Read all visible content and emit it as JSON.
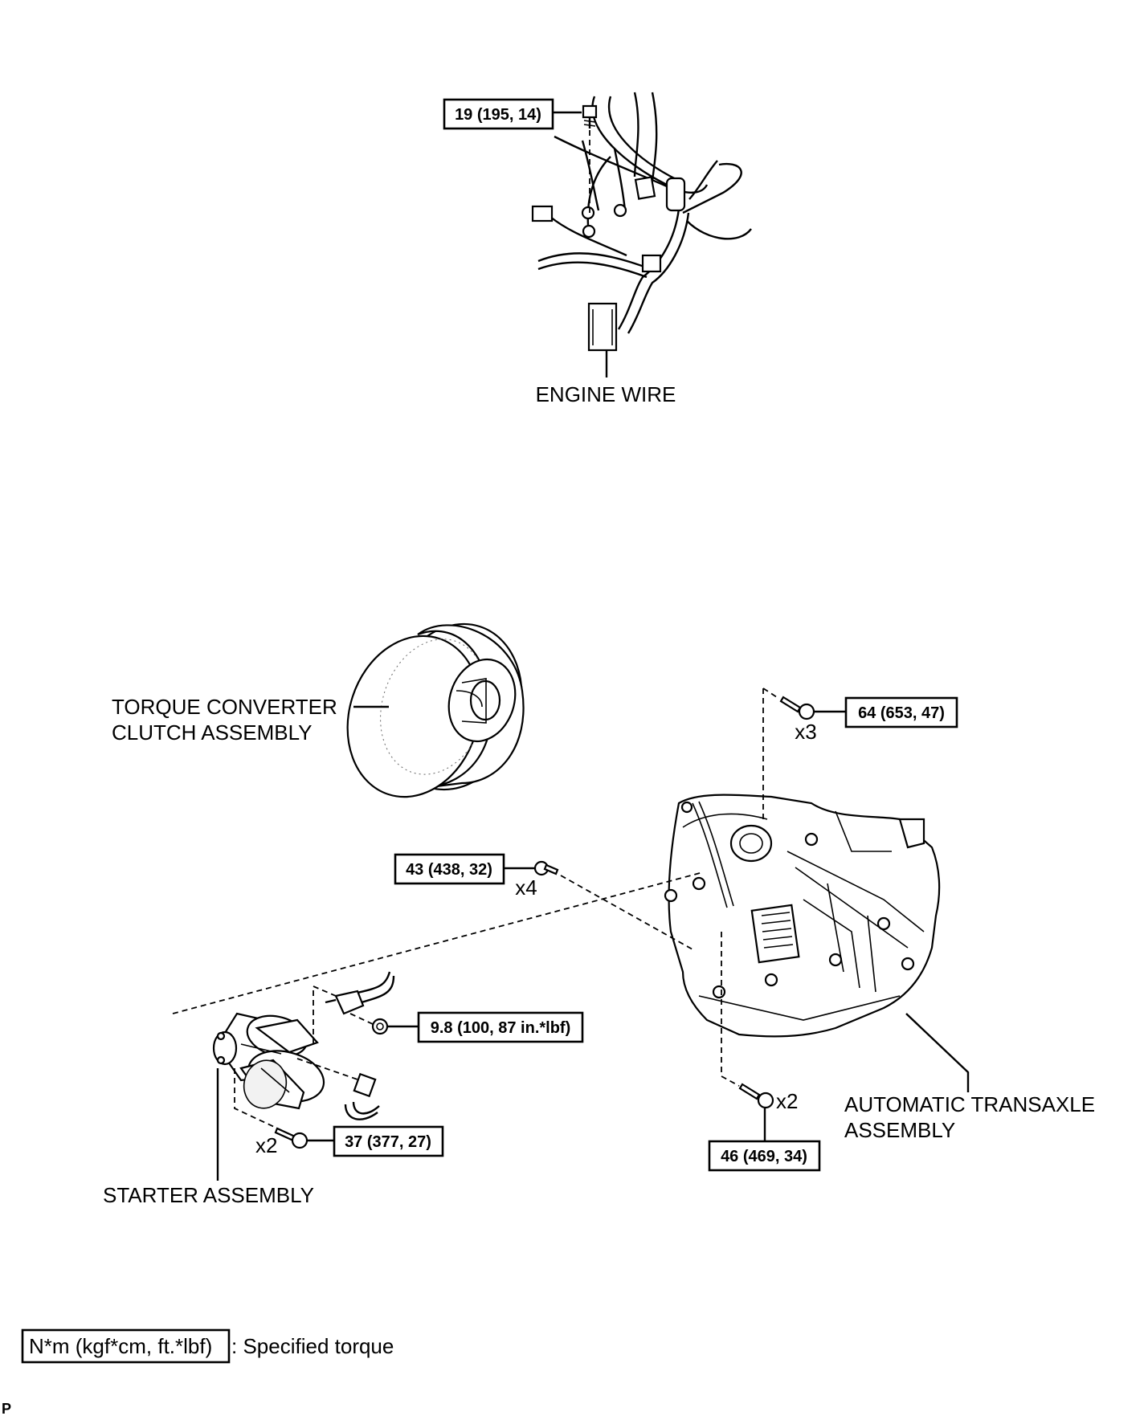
{
  "labels": {
    "engine_wire": "ENGINE WIRE",
    "torque_converter_line1": "TORQUE CONVERTER",
    "torque_converter_line2": "CLUTCH ASSEMBLY",
    "starter": "STARTER ASSEMBLY",
    "transaxle_line1": "AUTOMATIC TRANSAXLE",
    "transaxle_line2": "ASSEMBLY"
  },
  "torques": {
    "engine_wire_bolt": "19 (195, 14)",
    "transaxle_upper_bolt": "64 (653, 47)",
    "starter_bolt_side": "43 (438, 32)",
    "starter_nut": "9.8 (100, 87 in.*lbf)",
    "starter_bolt_lower": "37 (377, 27)",
    "transaxle_lower_bolt": "46 (469, 34)"
  },
  "quantities": {
    "transaxle_upper_bolt": "x3",
    "starter_bolt_side": "x4",
    "starter_bolt_lower": "x2",
    "transaxle_lower_bolt": "x2"
  },
  "legend": {
    "boxed_text": "N*m (kgf*cm, ft.*lbf)",
    "description": ": Specified torque"
  },
  "corner_code": "P"
}
